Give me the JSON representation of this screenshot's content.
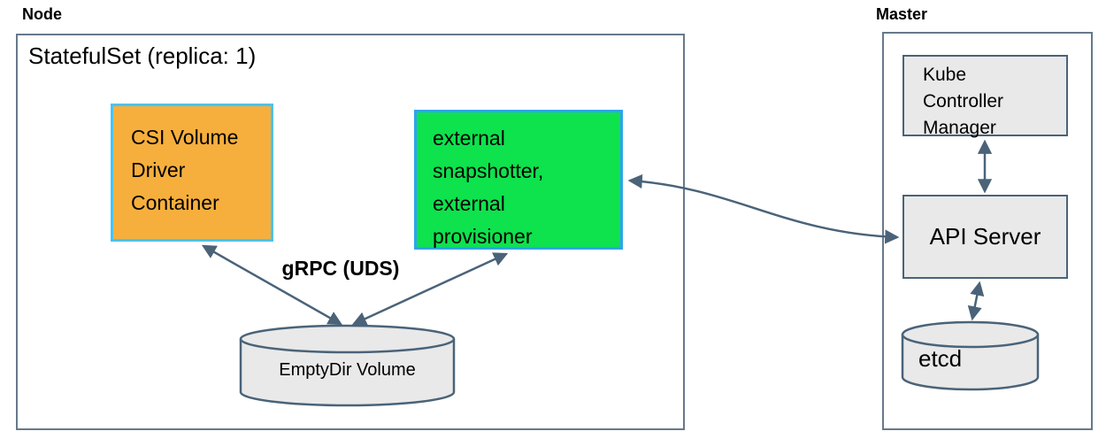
{
  "node": {
    "label": "Node",
    "statefulset_title": "StatefulSet (replica: 1)",
    "csi_driver_box": {
      "lines": [
        "CSI Volume",
        "Driver",
        "Container"
      ]
    },
    "sidecar_box": {
      "lines": [
        "external",
        "snapshotter,",
        "external",
        "provisioner"
      ]
    },
    "grpc_label": "gRPC (UDS)",
    "emptydir_cylinder": {
      "label": "EmptyDir Volume"
    }
  },
  "master": {
    "label": "Master",
    "kube_controller_manager_box": {
      "lines": [
        "Kube",
        "Controller",
        "Manager"
      ]
    },
    "api_server_box": {
      "label": "API Server"
    },
    "etcd_cylinder": {
      "label": "etcd"
    }
  },
  "colors": {
    "csi_box_fill": "#F6AF3D",
    "csi_box_border": "#48C4F2",
    "sidecar_box_fill": "#0EE24C",
    "sidecar_box_border": "#2FA3F0",
    "gray_fill": "#E9E9E9",
    "dark_border": "#4A6379",
    "outer_border": "#66798B",
    "arrow": "#4A6379"
  }
}
